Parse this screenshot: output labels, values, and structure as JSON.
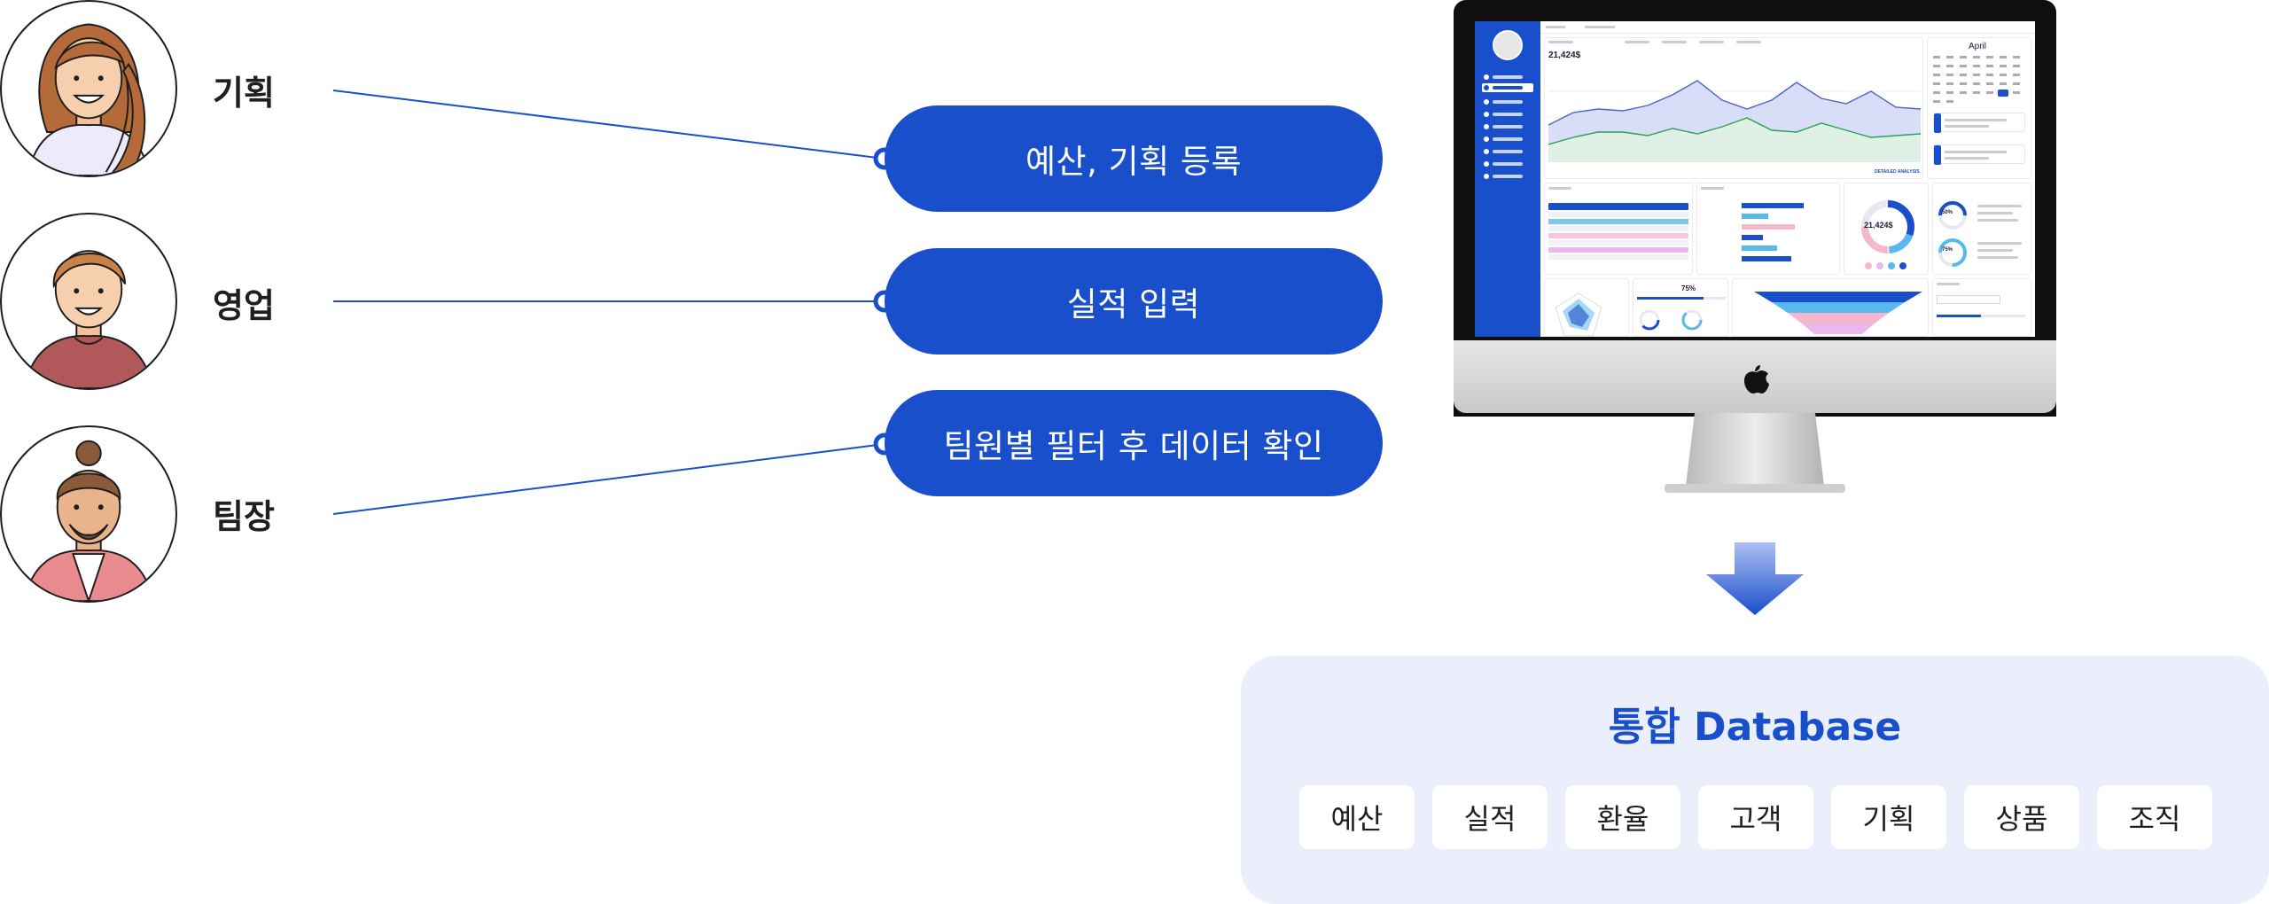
{
  "roles": [
    {
      "label": "기획",
      "action": "예산, 기획 등록"
    },
    {
      "label": "영업",
      "action": "실적 입력"
    },
    {
      "label": "팀장",
      "action": "팀원별 필터 후 데이터 확인"
    }
  ],
  "dashboard": {
    "kpi_value": "21,424$",
    "donut_value": "21,424$",
    "calendar_month": "April",
    "detailed_button": "DETAILED ANALYSIS",
    "percent_value": "75%",
    "gauge_values": [
      "50%",
      "75%"
    ]
  },
  "database": {
    "title": "통합 Database",
    "items": [
      "예산",
      "실적",
      "환율",
      "고객",
      "기획",
      "상품",
      "조직"
    ]
  },
  "colors": {
    "accent": "#1a4fcc",
    "panel_bg": "#eaeffb"
  }
}
